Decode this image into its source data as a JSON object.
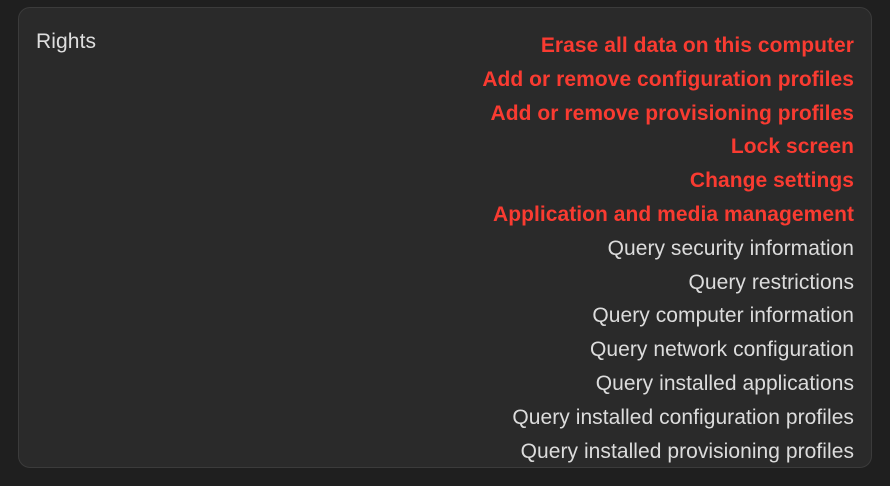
{
  "card": {
    "label": "Rights",
    "colors": {
      "background": "#2a2a2a",
      "border": "#3b3b3b",
      "page_background": "#1f1f1f",
      "destructive_text": "#f93b31",
      "normal_text": "#dcdcdc",
      "label_text": "#dedede"
    }
  },
  "rights": [
    {
      "label": "Erase all data on this computer",
      "severity": "destructive"
    },
    {
      "label": "Add or remove configuration profiles",
      "severity": "destructive"
    },
    {
      "label": "Add or remove provisioning profiles",
      "severity": "destructive"
    },
    {
      "label": "Lock screen",
      "severity": "destructive"
    },
    {
      "label": "Change settings",
      "severity": "destructive"
    },
    {
      "label": "Application and media management",
      "severity": "destructive"
    },
    {
      "label": "Query security information",
      "severity": "normal"
    },
    {
      "label": "Query restrictions",
      "severity": "normal"
    },
    {
      "label": "Query computer information",
      "severity": "normal"
    },
    {
      "label": "Query network configuration",
      "severity": "normal"
    },
    {
      "label": "Query installed applications",
      "severity": "normal"
    },
    {
      "label": "Query installed configuration profiles",
      "severity": "normal"
    },
    {
      "label": "Query installed provisioning profiles",
      "severity": "normal"
    }
  ]
}
